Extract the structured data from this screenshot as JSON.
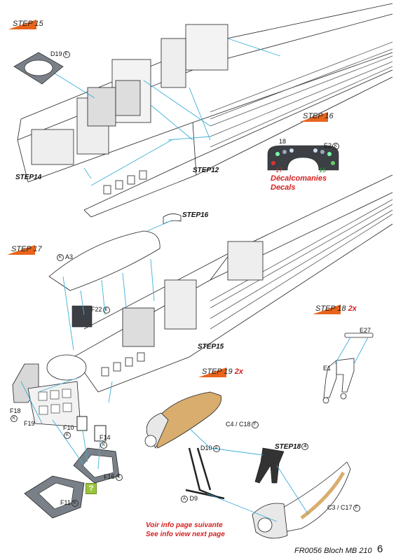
{
  "steps": {
    "s15": {
      "label": "STEP 15"
    },
    "s14": {
      "label": "STEP14"
    },
    "s12": {
      "label": "STEP12"
    },
    "s16": {
      "label": "STEP 16"
    },
    "s16b": {
      "label": "STEP16"
    },
    "s17": {
      "label": "STEP 17"
    },
    "s15b": {
      "label": "STEP15"
    },
    "s18": {
      "label": "STEP 18",
      "suffix": "2x"
    },
    "s19": {
      "label": "STEP 19",
      "suffix": "2x"
    },
    "s18b": {
      "label": "STEP18"
    }
  },
  "parts": {
    "d19": "D19",
    "e2": "E2",
    "a3": "A3",
    "f22": "F22",
    "e27": "E27",
    "e1": "E1",
    "f18": "F18",
    "f19": "F19",
    "f10": "F10",
    "f14": "F14",
    "f16": "F16",
    "f11": "F11",
    "c4c18": "C4 / C18",
    "d10": "D10",
    "d9": "D9",
    "c3c17": "C3 / C17"
  },
  "badges": {
    "k": "K",
    "a": "A",
    "f": "F"
  },
  "decal": {
    "n18": "18",
    "n17": "17",
    "n16": "16",
    "line1": "Décalcomanies",
    "line2": "Decals"
  },
  "info": {
    "line1": "Voir info page suivante",
    "line2": "See info view next page"
  },
  "help_icon": "?",
  "footer": {
    "text": "FR0056 Bloch MB 210",
    "page": "6"
  },
  "colors": {
    "step_flag": "#e8641b",
    "cyan_lines": "#3fb0d8",
    "decal_red": "#d62020",
    "wood": "#d8ad6e",
    "panel": "#3c3f44",
    "help": "#9bc53d"
  }
}
